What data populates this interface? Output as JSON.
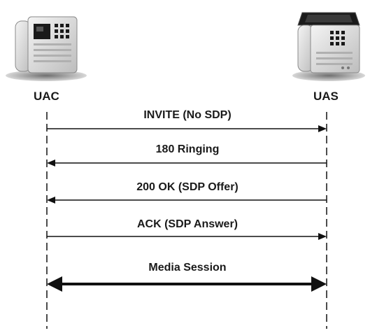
{
  "endpoints": {
    "left": {
      "label": "UAC",
      "icon": "desk-phone-icon"
    },
    "right": {
      "label": "UAS",
      "icon": "fax-phone-icon"
    }
  },
  "messages": [
    {
      "label": "INVITE (No SDP)",
      "direction": "right",
      "style": "thin"
    },
    {
      "label": "180 Ringing",
      "direction": "left",
      "style": "thin"
    },
    {
      "label": "200 OK (SDP Offer)",
      "direction": "left",
      "style": "thin"
    },
    {
      "label": "ACK (SDP Answer)",
      "direction": "right",
      "style": "thin"
    },
    {
      "label": "Media Session",
      "direction": "both",
      "style": "thick"
    }
  ],
  "colors": {
    "line": "#111111",
    "device_body": "#e6e6e6",
    "device_shadow": "#9a9a9a",
    "device_screen": "#1a1a1a"
  }
}
